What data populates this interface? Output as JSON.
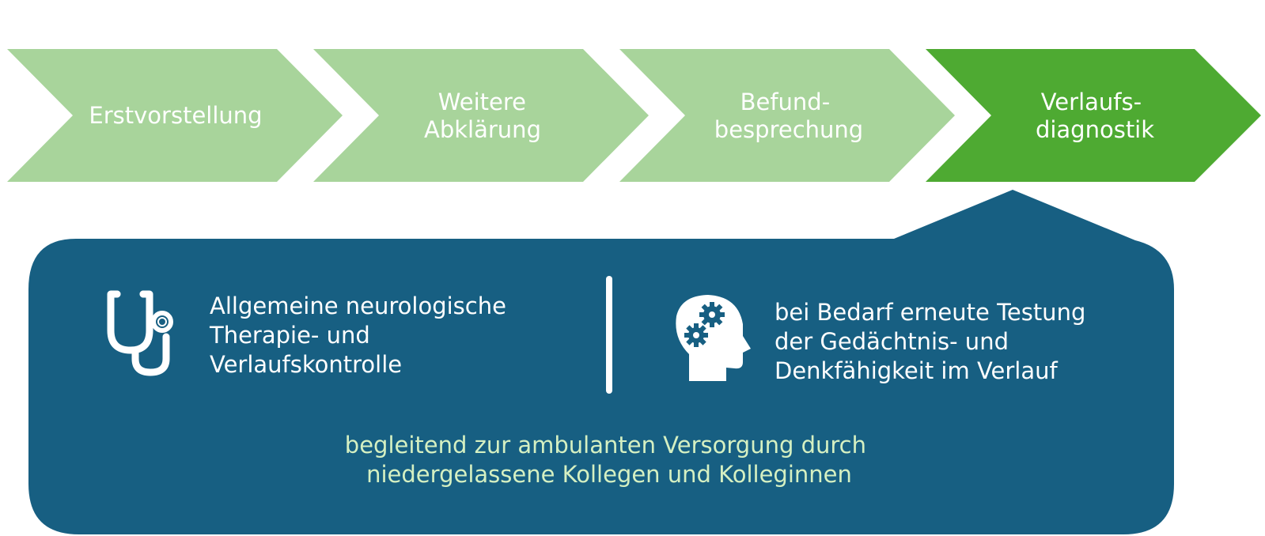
{
  "colors": {
    "step_light": "#a8d49b",
    "step_active": "#4eaa32",
    "panel": "#175f82",
    "text_light": "#ffffff",
    "footer_text": "#d5f0c2"
  },
  "process_steps": [
    {
      "lines": [
        "Erstvorstellung"
      ],
      "active": false
    },
    {
      "lines": [
        "Weitere",
        "Abklärung"
      ],
      "active": false
    },
    {
      "lines": [
        "Befund-",
        "besprechung"
      ],
      "active": false
    },
    {
      "lines": [
        "Verlaufs-",
        "diagnostik"
      ],
      "active": true
    }
  ],
  "panel": {
    "left_item": {
      "icon": "stethoscope-icon",
      "lines": [
        "Allgemeine neurologische",
        "Therapie- und",
        "Verlaufskontrolle"
      ]
    },
    "right_item": {
      "icon": "head-gears-icon",
      "lines": [
        "bei Bedarf erneute Testung",
        "der Gedächtnis- und",
        "Denkfähigkeit im Verlauf"
      ]
    },
    "footer_lines": [
      "begleitend zur ambulanten Versorgung durch",
      "niedergelassene Kollegen und Kolleginnen"
    ]
  }
}
